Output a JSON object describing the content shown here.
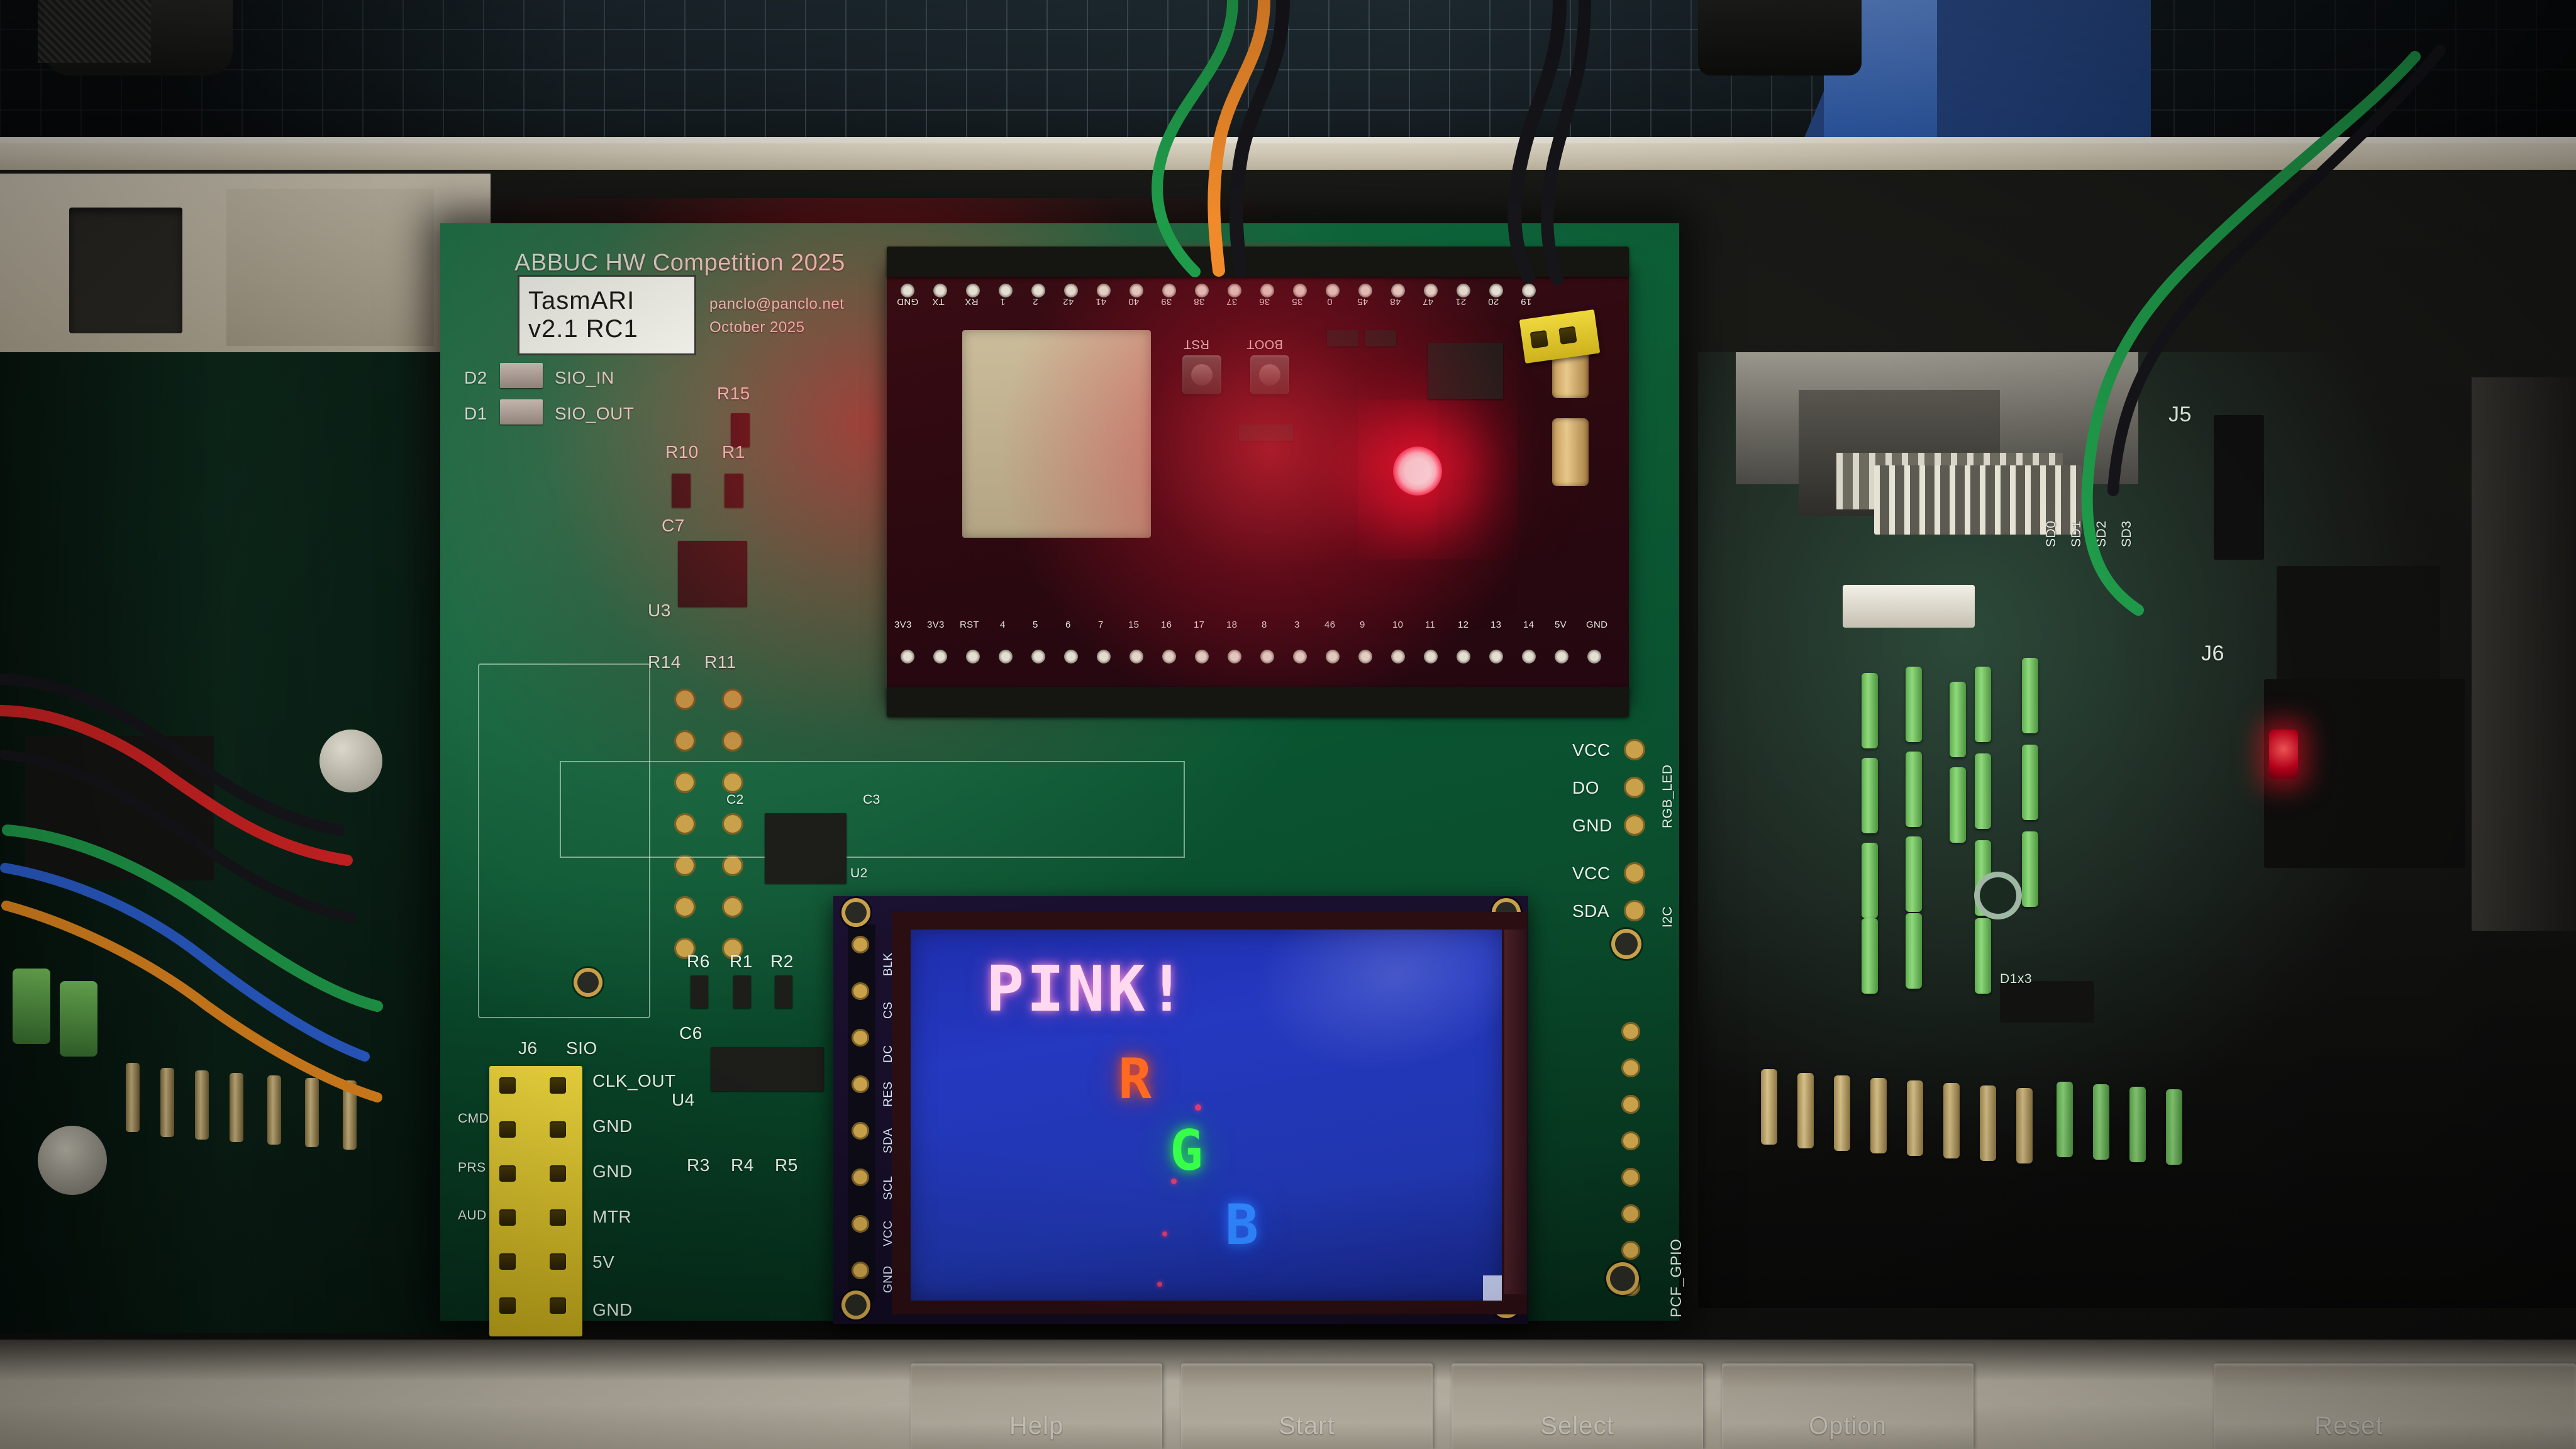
{
  "scene": {
    "description": "Atari 8-bit computer opened up with a TasmARI expansion PCB installed, ESP32-S3 dev board and color TFT LCD showing an RGB test pattern"
  },
  "tasmari_board": {
    "header_text": "ABBUC HW Competition 2025",
    "contact_email": "panclo@panclo.net",
    "date": "October 2025",
    "sticker": {
      "line1": "TasmARI",
      "line2": "v2.1 RC1"
    },
    "leds": [
      {
        "ref": "D2",
        "label": "SIO_IN"
      },
      {
        "ref": "D1",
        "label": "SIO_OUT"
      }
    ],
    "designators": [
      "R15",
      "R10",
      "R1",
      "C7",
      "U3",
      "R14",
      "R11",
      "R6",
      "R1",
      "R2",
      "C6",
      "U4",
      "R3",
      "R4",
      "R5",
      "C2",
      "C3",
      "U2"
    ],
    "sio_header": {
      "ref": "J6",
      "name": "SIO",
      "right_pins": [
        "CLK_OUT",
        "GND",
        "GND",
        "MTR",
        "5V",
        "GND"
      ],
      "left_pins": [
        "CMD",
        "PRS",
        "AUD"
      ]
    },
    "rgb_led_header": {
      "name": "RGB_LED",
      "pins": [
        "VCC",
        "DO",
        "GND"
      ]
    },
    "i2c_header": {
      "name": "I2C",
      "pins": [
        "VCC",
        "SDA"
      ]
    },
    "gpio_header_label": "PCF_GPIO"
  },
  "esp32_board": {
    "buttons": [
      "RST",
      "BOOT"
    ],
    "pins_top": [
      "GND",
      "TX",
      "RX",
      "1",
      "2",
      "42",
      "41",
      "40",
      "39",
      "38",
      "37",
      "36",
      "35",
      "0",
      "45",
      "48",
      "47",
      "21",
      "20",
      "19"
    ],
    "pins_bottom": [
      "3V3",
      "3V3",
      "RST",
      "4",
      "5",
      "6",
      "7",
      "15",
      "16",
      "17",
      "18",
      "8",
      "3",
      "46",
      "9",
      "10",
      "11",
      "12",
      "13",
      "14",
      "5V",
      "GND"
    ],
    "led_state": "lit-red"
  },
  "lcd": {
    "title": "PINK!",
    "lines": [
      {
        "text": "R",
        "color": "#ff6a22"
      },
      {
        "text": "G",
        "color": "#37ff4a"
      },
      {
        "text": "B",
        "color": "#2f86ff"
      }
    ],
    "background_color": "#2036ad",
    "title_color": "#ffd9ef",
    "pin_labels": [
      "GND",
      "VCC",
      "SCL",
      "SDA",
      "RES",
      "DC",
      "CS",
      "BLK"
    ]
  },
  "atari_mainboard": {
    "connectors": [
      "J5",
      "J6"
    ],
    "pin_labels": [
      "SD0",
      "SD1",
      "SD2",
      "SD3"
    ]
  },
  "keyboard": {
    "keys": [
      "Help",
      "Start",
      "Select",
      "Option",
      "Reset"
    ]
  },
  "colors": {
    "pcb_green": "#0c5c35",
    "esp_pcb_red": "#2d0910",
    "lcd_blue": "#2036ad",
    "silkscreen": "#e8f3e8",
    "led_red": "#ff3355"
  }
}
